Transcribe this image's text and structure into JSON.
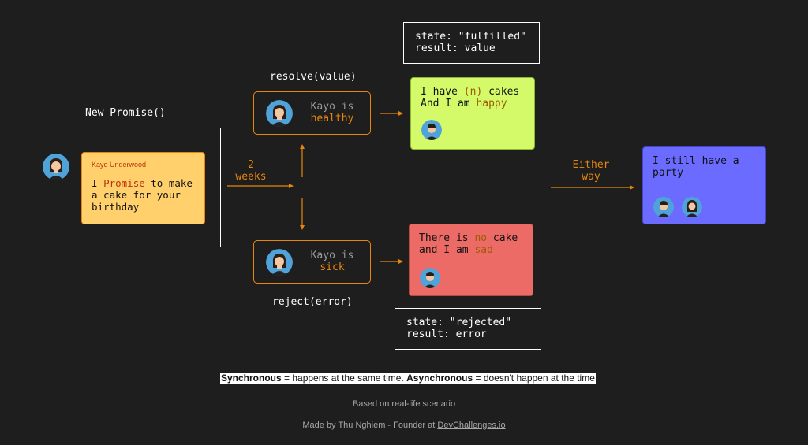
{
  "new_promise": {
    "title": "New Promise()",
    "note_author": "Kayo Underwood",
    "note_text_1": "I ",
    "note_highlight": "Promise",
    "note_text_2": " to make a cake for your birthday"
  },
  "transition": {
    "line1": "2",
    "line2": "weeks"
  },
  "resolve": {
    "label": "resolve(value)",
    "status_1": "Kayo is",
    "status_2": "healthy",
    "state_line": "state: \"fulfilled\"",
    "result_line": "result: value",
    "outcome_1": "I have ",
    "outcome_n": "(n)",
    "outcome_2": " cakes",
    "outcome_3": "And I am ",
    "outcome_happy": "happy"
  },
  "reject": {
    "label": "reject(error)",
    "status_1": "Kayo is",
    "status_2": "sick",
    "state_line": "state: \"rejected\"",
    "result_line": "result: error",
    "outcome_1": "There is ",
    "outcome_no": "no",
    "outcome_2": " cake",
    "outcome_3": "and I am ",
    "outcome_sad": "sad"
  },
  "either": {
    "line1": "Either",
    "line2": "way"
  },
  "final": {
    "text": "I still have a party"
  },
  "footer": {
    "sync_bold": "Synchronous",
    "sync_text": " = happens at the same time. ",
    "async_bold": "Asynchronous",
    "async_text": " = doesn't happen at the time",
    "based_on": "Based on real-life scenario",
    "made_by": "Made by Thu Nghiem - Founder at ",
    "made_by_link": "DevChallenges.io"
  },
  "colors": {
    "background": "#1e1e1e",
    "accent_orange": "#e8860c",
    "note_yellow": "#ffd06b",
    "success_green": "#d4fa6a",
    "error_red": "#ec6b66",
    "party_blue": "#6b6bff"
  }
}
